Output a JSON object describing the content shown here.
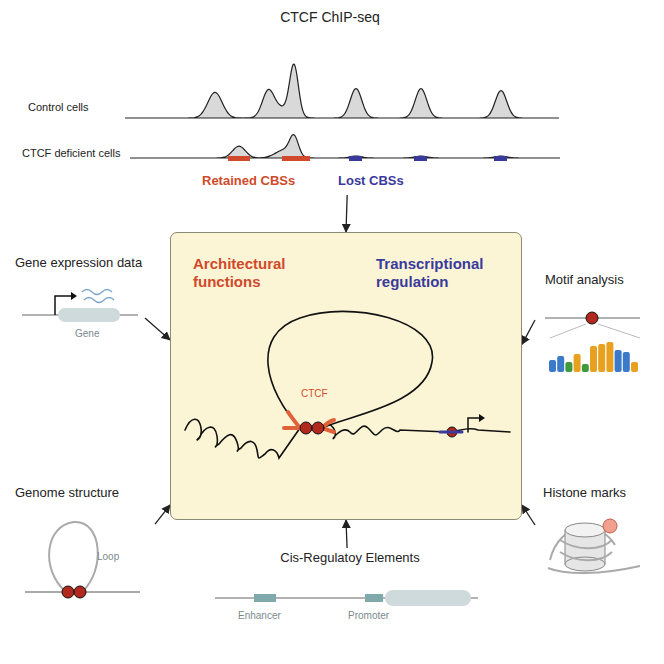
{
  "diagram": {
    "nodes": [
      {
        "text": [
          "CTCF ChIP-seq",
          "Control cells",
          "CTCF deficient cells",
          "Retained CBSs",
          "Lost CBSs"
        ]
      },
      {
        "text": [
          "Gene expression data",
          "Gene"
        ]
      },
      {
        "text": [
          "Motif analysis"
        ]
      },
      {
        "text": [
          "Architectural functions",
          "Transcriptional regulation",
          "CTCF"
        ]
      },
      {
        "text": [
          "Genome structure",
          "Loop"
        ]
      },
      {
        "text": [
          "Cis-Regulatoy Elements",
          "Enhancer",
          "Promoter"
        ]
      },
      {
        "text": [
          "Histone marks"
        ]
      }
    ],
    "edges": [
      {
        "from": 0,
        "to": 3,
        "arrow": "to"
      },
      {
        "from": 1,
        "to": 3,
        "arrow": "to"
      },
      {
        "from": 2,
        "to": 3,
        "arrow": "to"
      },
      {
        "from": 4,
        "to": 3,
        "arrow": "to"
      },
      {
        "from": 5,
        "to": 3,
        "arrow": "to"
      },
      {
        "from": 6,
        "to": 3,
        "arrow": "to"
      }
    ]
  }
}
